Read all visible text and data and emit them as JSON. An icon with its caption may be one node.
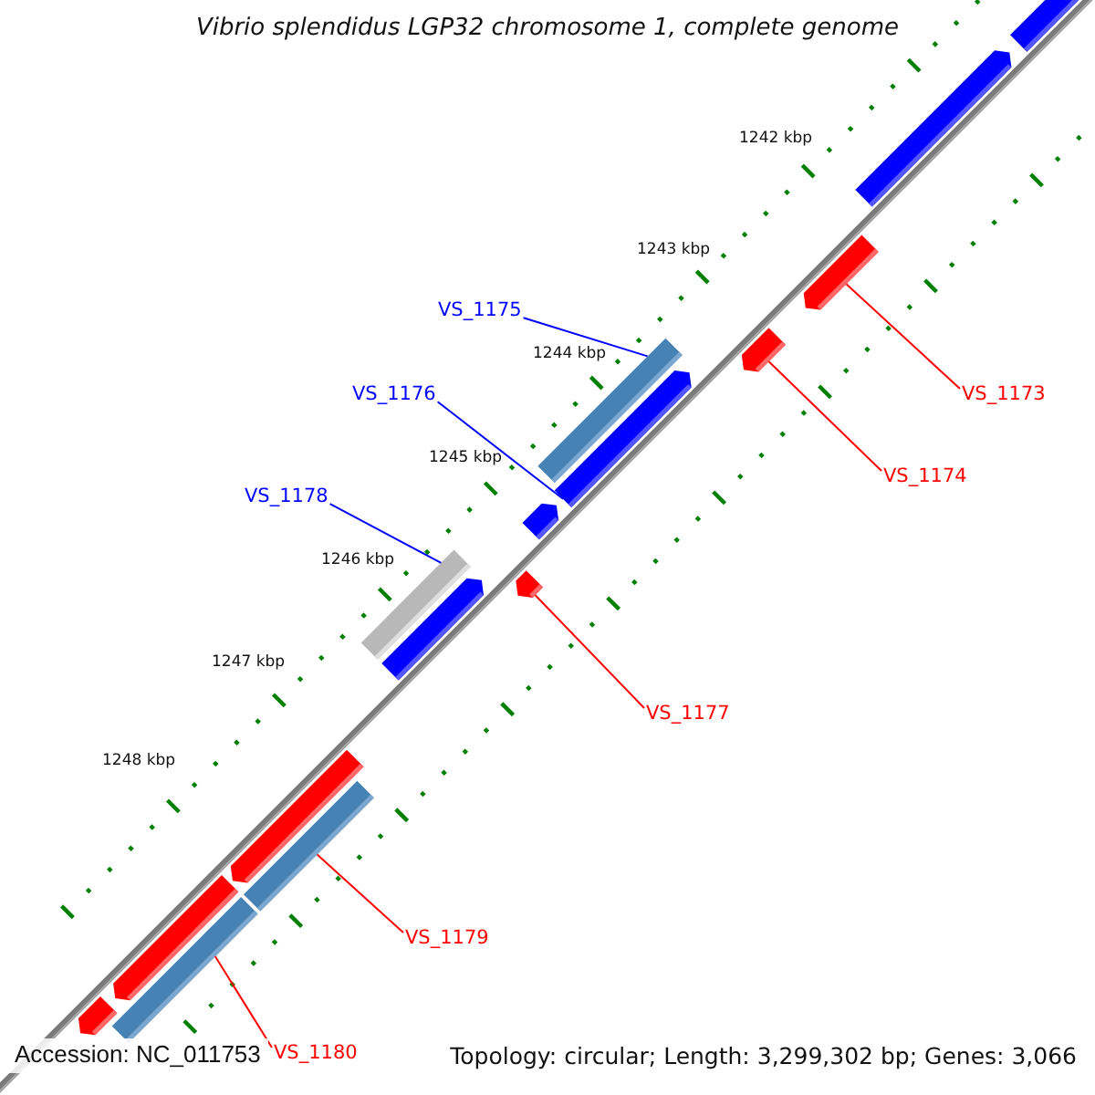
{
  "diagram": {
    "title": "Vibrio splendidus LGP32 chromosome 1, complete genome",
    "nodes": [
      {
        "text": [
          "VS_1175"
        ]
      },
      {
        "text": [
          "VS_1176"
        ]
      },
      {
        "text": [
          "VS_1178"
        ]
      },
      {
        "text": [
          "VS_1173"
        ]
      },
      {
        "text": [
          "VS_1174"
        ]
      },
      {
        "text": [
          "VS_1177"
        ]
      },
      {
        "text": [
          "VS_1179"
        ]
      },
      {
        "text": [
          "VS_1180"
        ]
      },
      {
        "text": [],
        "shape": "bar"
      },
      {
        "text": [],
        "shape": "bar"
      },
      {
        "text": [],
        "shape": "bar"
      },
      {
        "text": [],
        "shape": "bar"
      },
      {
        "text": [],
        "shape": "bar"
      },
      {
        "text": [],
        "shape": "bar"
      },
      {
        "text": [],
        "shape": "bar"
      },
      {
        "text": [],
        "shape": "bar"
      },
      {
        "text": [],
        "shape": "bar"
      },
      {
        "text": [],
        "shape": "bar"
      },
      {
        "text": [],
        "shape": "bar"
      },
      {
        "text": [],
        "shape": "bar"
      },
      {
        "text": [],
        "shape": "bar"
      },
      {
        "text": [],
        "shape": "bar"
      },
      {
        "text": [],
        "shape": "bar"
      }
    ],
    "edges": [
      {
        "from": 0,
        "to": 12,
        "arrow": "none",
        "color": "#0000ff"
      },
      {
        "from": 1,
        "to": 13,
        "arrow": "none",
        "color": "#0000ff"
      },
      {
        "from": 2,
        "to": 16,
        "arrow": "none",
        "color": "#0000ff"
      },
      {
        "from": 3,
        "to": 10,
        "arrow": "none"
      },
      {
        "from": 4,
        "to": 11,
        "arrow": "none"
      },
      {
        "from": 5,
        "to": 15,
        "arrow": "none"
      },
      {
        "from": 6,
        "to": 19,
        "arrow": "none"
      },
      {
        "from": 7,
        "to": 21,
        "arrow": "none"
      }
    ],
    "labels": [
      "1242 kbp",
      "1243 kbp",
      "1244 kbp",
      "1245 kbp",
      "1246 kbp",
      "1247 kbp",
      "1248 kbp",
      "Accession: NC_011753",
      "Topology: circular; Length: 3,299,302 bp; Genes: 3,066"
    ]
  }
}
